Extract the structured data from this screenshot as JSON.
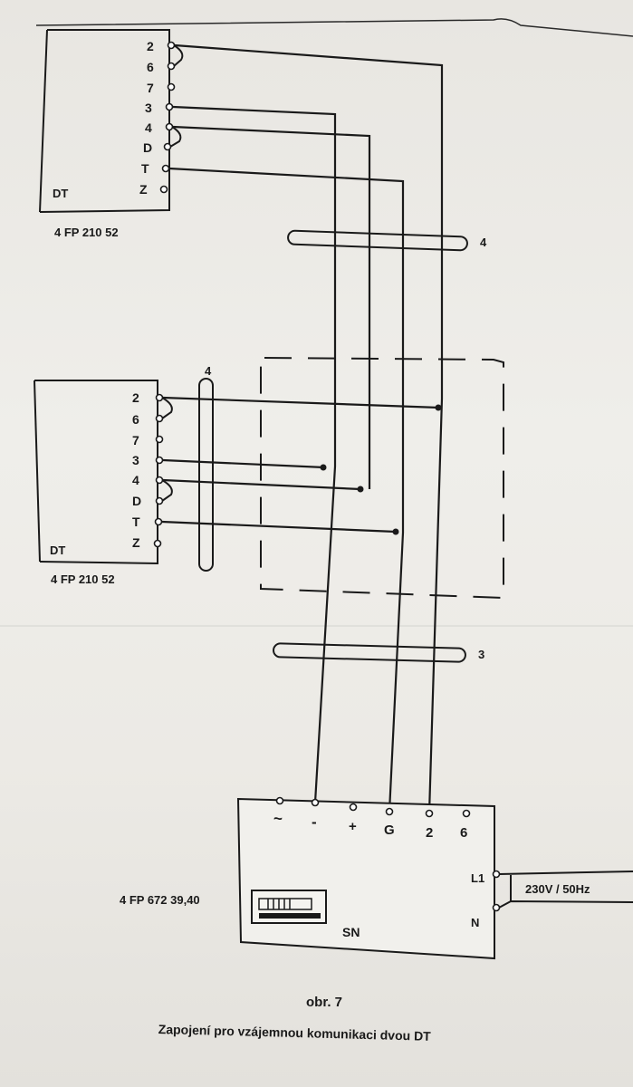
{
  "top_unit": {
    "label": "DT",
    "model": "4 FP 210 52",
    "terminals": [
      "2",
      "6",
      "7",
      "3",
      "4",
      "D",
      "T",
      "Z"
    ]
  },
  "bottom_unit": {
    "label": "DT",
    "model": "4 FP 210 52",
    "terminals": [
      "2",
      "6",
      "7",
      "3",
      "4",
      "D",
      "T",
      "Z"
    ]
  },
  "bundles": {
    "upper": "4",
    "vertical": "4",
    "lower": "3"
  },
  "power_supply": {
    "model": "4 FP 672 39,40",
    "label": "SN",
    "terminals": [
      "~",
      "-",
      "+",
      "G",
      "2",
      "6"
    ],
    "mains_terminals": [
      "L1",
      "N"
    ],
    "mains_label": "230V / 50Hz"
  },
  "caption": {
    "title": "obr. 7",
    "subtitle": "Zapojení pro vzájemnou komunikaci dvou DT"
  }
}
